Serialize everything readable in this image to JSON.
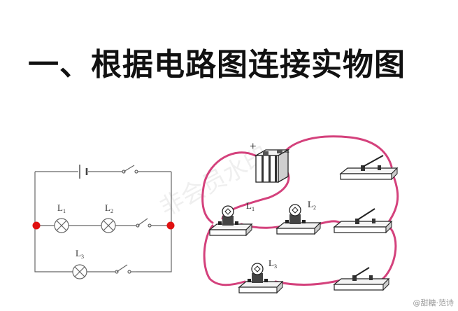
{
  "title": "一、根据电路图连接实物图",
  "schematic": {
    "labels": {
      "l1": "L",
      "l1_sub": "1",
      "l2": "L",
      "l2_sub": "2",
      "l3": "L",
      "l3_sub": "3"
    }
  },
  "physical": {
    "battery_plus": "+",
    "battery_minus": "−",
    "labels": {
      "l1": "L",
      "l1_sub": "1",
      "l2": "L",
      "l2_sub": "2",
      "l3": "L",
      "l3_sub": "3"
    }
  },
  "watermark_text": "@甜糖·范诗",
  "watermark_bg": "非会员水印",
  "colors": {
    "wire": "#d4417c",
    "node": "#e01010",
    "schematic_line": "#666666"
  }
}
